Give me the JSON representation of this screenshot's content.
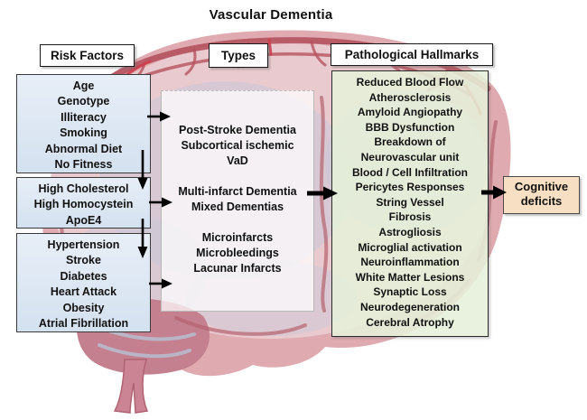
{
  "title": "Vascular Dementia",
  "risk_factors": {
    "label": "Risk Factors",
    "group1": [
      "Age",
      "Genotype",
      "Illiteracy",
      "Smoking",
      "Abnormal Diet",
      "No Fitness"
    ],
    "group2": [
      "High Cholesterol",
      "High Homocystein",
      "ApoE4"
    ],
    "group3": [
      "Hypertension",
      "Stroke",
      "Diabetes",
      "Heart Attack",
      "Obesity",
      "Atrial Fibrillation"
    ]
  },
  "types": {
    "label": "Types",
    "items": [
      "Post-Stroke Dementia",
      "Subcortical ischemic",
      "VaD",
      "",
      "Multi-infarct Dementia",
      "Mixed Dementias",
      "",
      "Microinfarcts",
      "Microbleedings",
      "Lacunar Infarcts"
    ]
  },
  "hallmarks": {
    "label": "Pathological Hallmarks",
    "items": [
      "Reduced Blood Flow",
      "Atherosclerosis",
      "Amyloid Angiopathy",
      "BBB Dysfunction",
      "Breakdown of",
      "Neurovascular unit",
      "Blood / Cell Infiltration",
      "Pericytes Responses",
      "String Vessel",
      "Fibrosis",
      "Astrogliosis",
      "Microglial activation",
      "Neuroinflammation",
      "White Matter Lesions",
      "Synaptic Loss",
      "Neurodegeneration",
      "Cerebral Atrophy"
    ]
  },
  "outcome": {
    "label": "Cognitive deficits"
  },
  "colors": {
    "risk_box_bg": "#dde8f4",
    "types_box_bg": "rgba(255,255,255,0.72)",
    "hallmarks_box_bg": "#e5f0d9",
    "outcome_box_bg": "#f7dfc3",
    "heading_bg": "#ffffff",
    "arrow": "#000000",
    "brain_pink": "#e0aab1",
    "brain_inner": "#ead0d4",
    "brain_gray": "#cbc7d7",
    "vessel_red": "#b5525f",
    "vessel_bright": "#d23d4c",
    "text": "#111111"
  }
}
